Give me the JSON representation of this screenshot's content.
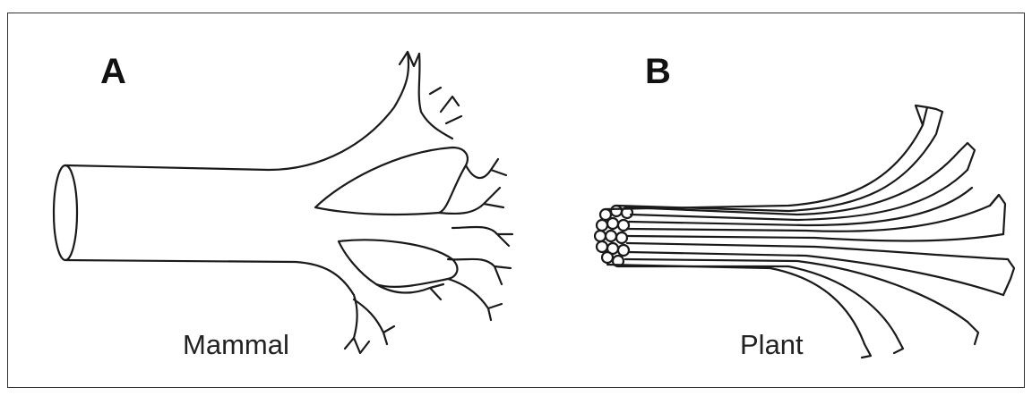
{
  "panels": [
    {
      "letter": "A",
      "caption": "Mammal"
    },
    {
      "letter": "B",
      "caption": "Plant"
    }
  ]
}
